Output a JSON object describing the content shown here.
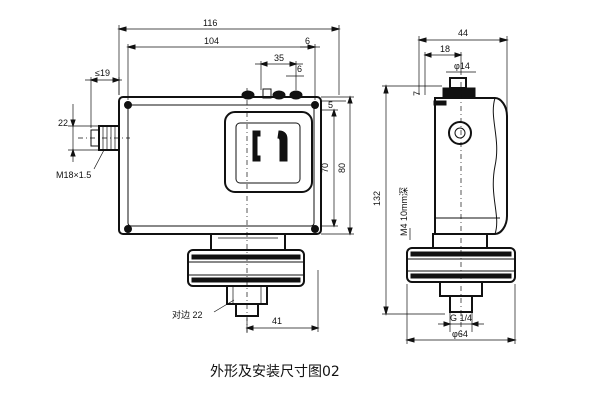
{
  "caption": "外形及安装尺寸图02",
  "front_view": {
    "dims": {
      "width_total": "116",
      "width_inner": "104",
      "dim_35": "35",
      "dim_6_top": "6",
      "dim_6_inner": "6",
      "dim_19": "≤19",
      "dim_22": "22",
      "dim_5": "5",
      "dim_70": "70",
      "dim_80": "80",
      "dim_41": "41"
    },
    "thread_label": "M18×1.5",
    "across_flats_label": "对边 22"
  },
  "side_view": {
    "dims": {
      "width_44": "44",
      "dim_18": "18",
      "dim_14": "φ14",
      "dim_7": "7",
      "height_132": "132",
      "screw_label": "M4 10mm深",
      "thread_g": "G 1/4",
      "dim_64": "φ64"
    }
  }
}
